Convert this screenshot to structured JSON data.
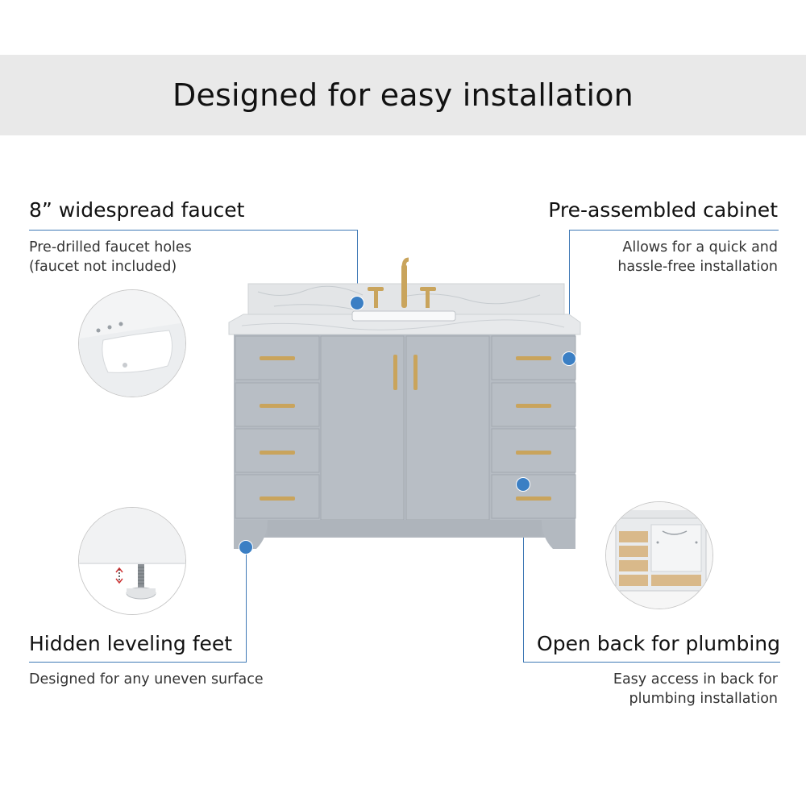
{
  "header": {
    "title": "Designed for easy installation"
  },
  "features": {
    "faucet": {
      "title": "8” widespread faucet",
      "line1": "Pre-drilled faucet holes",
      "line2": "(faucet not included)"
    },
    "cabinet": {
      "title": "Pre-assembled cabinet",
      "line1": "Allows for  a quick and",
      "line2": "hassle-free installation"
    },
    "feet": {
      "title": "Hidden leveling feet",
      "line1": "Designed for any uneven surface"
    },
    "plumbing": {
      "title": "Open back for plumbing",
      "line1": "Easy access in back for",
      "line2": "plumbing installation"
    }
  },
  "colors": {
    "accent": "#3b7fc4",
    "cabinet": "#b6bcc3",
    "hardware": "#c9a45c",
    "banner": "#e9e9e9"
  }
}
